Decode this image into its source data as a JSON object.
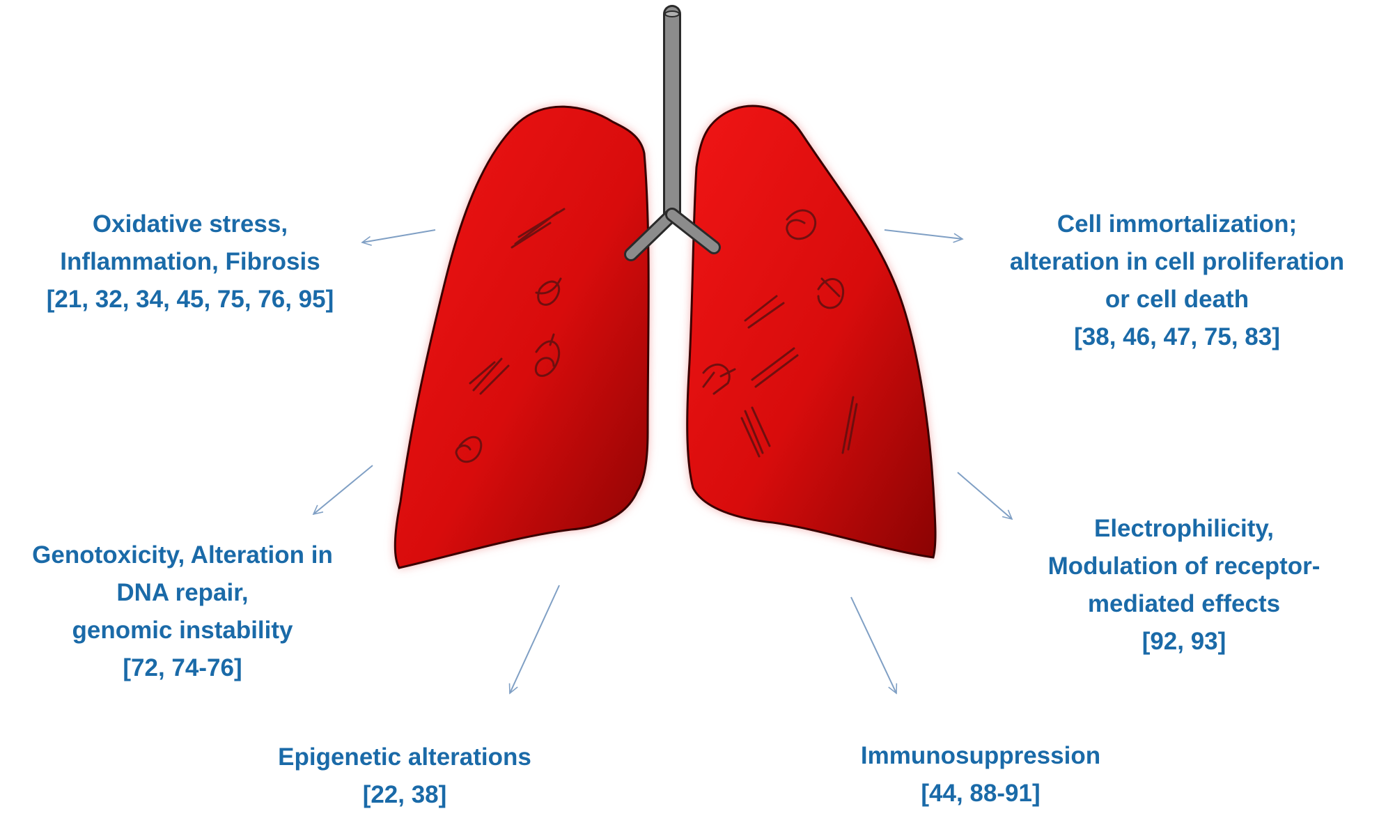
{
  "colors": {
    "text": "#1a6aa8",
    "arrow": "#7f9fc4",
    "lung_fill_light": "#e81212",
    "lung_fill_dark": "#8a0303",
    "lung_glow": "#f3a3a3",
    "trachea": "#8c8c8c",
    "deposit_stroke": "#5e1010"
  },
  "icons": [
    "lung-left-icon",
    "lung-right-icon",
    "trachea-icon",
    "arrow-icon",
    "particle-deposit-icon"
  ],
  "labels": {
    "oxidative": {
      "lines": [
        "Oxidative stress,",
        "Inflammation,  Fibrosis"
      ],
      "refs": "[21, 32, 34, 45, 75, 76, 95]"
    },
    "immortalization": {
      "lines": [
        "Cell immortalization;",
        "alteration in cell proliferation",
        "or cell death"
      ],
      "refs": "[38, 46, 47, 75, 83]"
    },
    "genotoxicity": {
      "lines": [
        "Genotoxicity, Alteration in",
        "DNA repair,",
        "genomic instability"
      ],
      "refs": "[72, 74-76]"
    },
    "electrophilicity": {
      "lines": [
        "Electrophilicity,",
        "Modulation  of receptor-",
        "mediated effects"
      ],
      "refs": "[92, 93]"
    },
    "epigenetic": {
      "lines": [
        "Epigenetic alterations"
      ],
      "refs": "[22, 38]"
    },
    "immunosuppression": {
      "lines": [
        "Immunosuppression"
      ],
      "refs": "[44, 88-91]"
    }
  }
}
